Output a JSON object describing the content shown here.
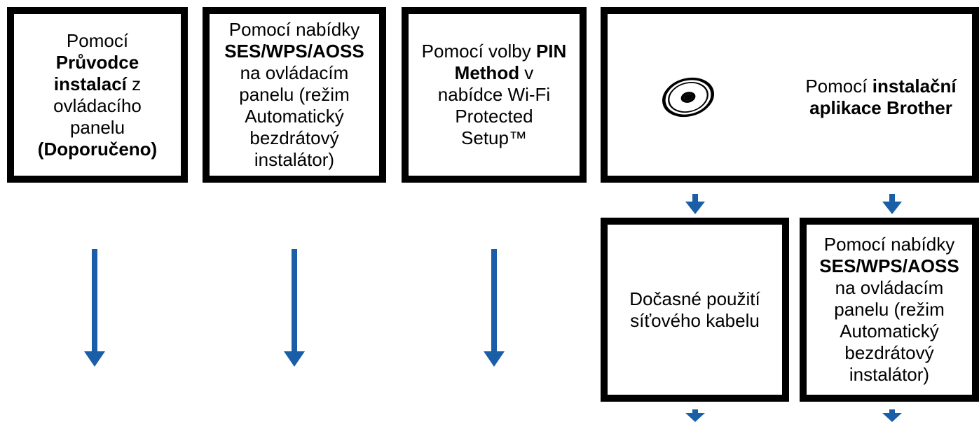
{
  "arrow_color": "#1a5ea8",
  "boxes": {
    "b1": {
      "lines": [
        [
          {
            "t": "Pomocí",
            "b": false
          }
        ],
        [
          {
            "t": "Průvodce",
            "b": true
          }
        ],
        [
          {
            "t": "instalací",
            "b": true
          },
          {
            "t": " z",
            "b": false
          }
        ],
        [
          {
            "t": "ovládacího",
            "b": false
          }
        ],
        [
          {
            "t": "panelu",
            "b": false
          }
        ],
        [
          {
            "t": "(Doporučeno)",
            "b": true
          }
        ]
      ]
    },
    "b2": {
      "lines": [
        [
          {
            "t": "Pomocí nabídky",
            "b": false
          }
        ],
        [
          {
            "t": "SES/WPS/AOSS",
            "b": true
          }
        ],
        [
          {
            "t": "na ovládacím",
            "b": false
          }
        ],
        [
          {
            "t": "panelu (režim",
            "b": false
          }
        ],
        [
          {
            "t": "Automatický",
            "b": false
          }
        ],
        [
          {
            "t": "bezdrátový",
            "b": false
          }
        ],
        [
          {
            "t": "instalátor)",
            "b": false
          }
        ]
      ]
    },
    "b3": {
      "lines": [
        [
          {
            "t": "Pomocí volby ",
            "b": false
          },
          {
            "t": "PIN",
            "b": true
          }
        ],
        [
          {
            "t": "Method",
            "b": true
          },
          {
            "t": " v",
            "b": false
          }
        ],
        [
          {
            "t": "nabídce Wi-Fi",
            "b": false
          }
        ],
        [
          {
            "t": "Protected",
            "b": false
          }
        ],
        [
          {
            "t": "Setup™",
            "b": false
          }
        ]
      ]
    },
    "b4": {
      "icon": "cd-disc-icon",
      "lines": [
        [
          {
            "t": "Pomocí ",
            "b": false
          },
          {
            "t": "instalační",
            "b": true
          }
        ],
        [
          {
            "t": "aplikace Brother",
            "b": true
          }
        ]
      ]
    },
    "b5": {
      "lines": [
        [
          {
            "t": "Dočasné použití",
            "b": false
          }
        ],
        [
          {
            "t": "síťového kabelu",
            "b": false
          }
        ]
      ]
    },
    "b6": {
      "lines": [
        [
          {
            "t": "Pomocí nabídky",
            "b": false
          }
        ],
        [
          {
            "t": "SES/WPS/AOSS",
            "b": true
          }
        ],
        [
          {
            "t": "na ovládacím",
            "b": false
          }
        ],
        [
          {
            "t": "panelu (režim",
            "b": false
          }
        ],
        [
          {
            "t": "Automatický",
            "b": false
          }
        ],
        [
          {
            "t": "bezdrátový",
            "b": false
          }
        ],
        [
          {
            "t": "instalátor)",
            "b": false
          }
        ]
      ]
    }
  }
}
